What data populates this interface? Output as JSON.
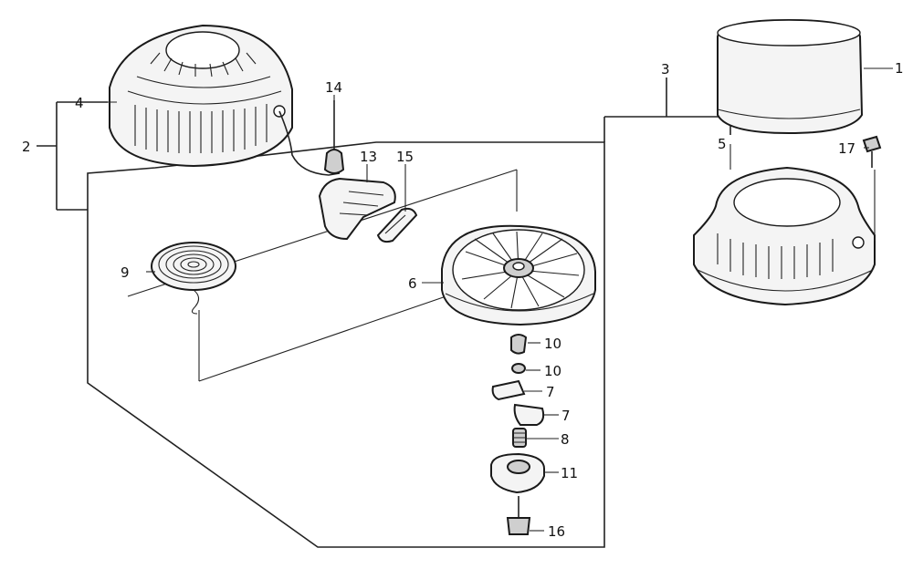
{
  "callouts": [
    {
      "id": "c1",
      "text": "1"
    },
    {
      "id": "c2",
      "text": "2"
    },
    {
      "id": "c3",
      "text": "3"
    },
    {
      "id": "c4",
      "text": "4"
    },
    {
      "id": "c5",
      "text": "5"
    },
    {
      "id": "c6",
      "text": "6"
    },
    {
      "id": "c7a",
      "text": "7"
    },
    {
      "id": "c7b",
      "text": "7"
    },
    {
      "id": "c8",
      "text": "8"
    },
    {
      "id": "c9",
      "text": "9"
    },
    {
      "id": "c10a",
      "text": "10"
    },
    {
      "id": "c10b",
      "text": "10"
    },
    {
      "id": "c11",
      "text": "11"
    },
    {
      "id": "c13",
      "text": "13"
    },
    {
      "id": "c14",
      "text": "14"
    },
    {
      "id": "c15",
      "text": "15"
    },
    {
      "id": "c16",
      "text": "16"
    },
    {
      "id": "c17",
      "text": "17"
    }
  ]
}
